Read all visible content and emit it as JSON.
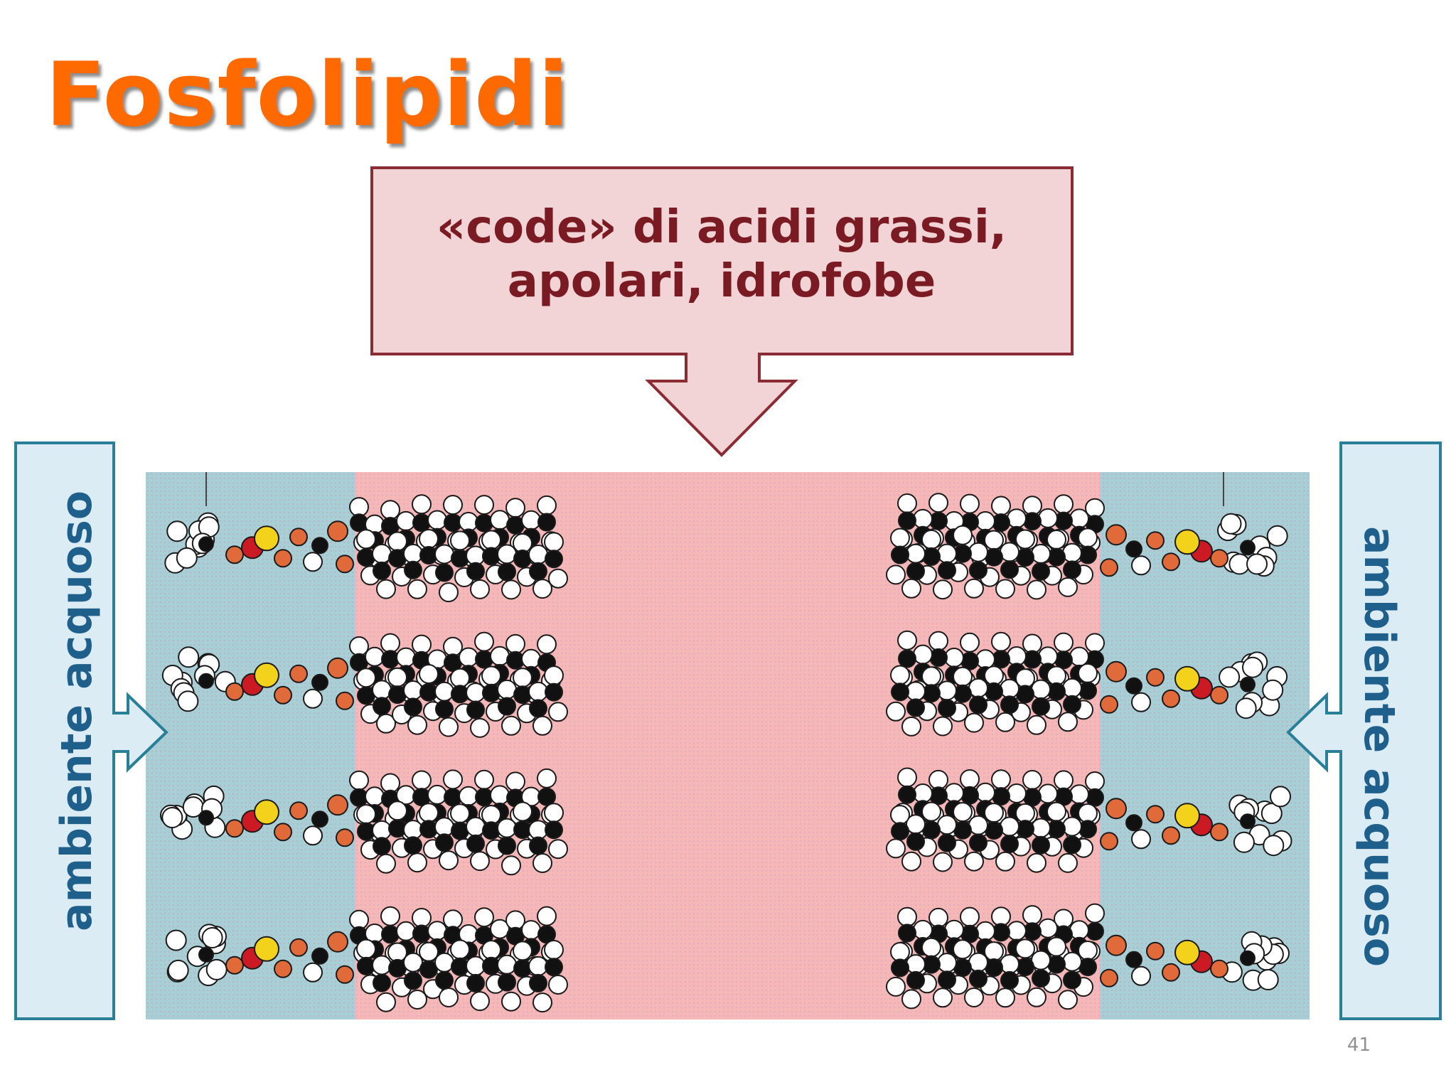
{
  "slide": {
    "title": "Fosfolipidi",
    "page_number": "41"
  },
  "top_callout": {
    "line1": "«code» di acidi grassi,",
    "line2": "apolari, idrofobe"
  },
  "left_callout": {
    "label": "ambiente acquoso"
  },
  "right_callout": {
    "label": "ambiente acquoso"
  },
  "colors": {
    "title": "#ff6a00",
    "callout_fill": "#f2d4d6",
    "callout_border": "#8b2b33",
    "callout_text": "#7a1a22",
    "side_fill": "#dcecf4",
    "side_border": "#2a7f98",
    "side_text": "#1f5f8b",
    "aqueous_region": "#a9cfd6",
    "hydrophobic_region": "#f6b8b6",
    "carbon": "#111111",
    "hydrogen": "#ffffff",
    "oxygen": "#e06a3a",
    "phosphorus": "#f2d21a",
    "oxygen_dark": "#cc1a25"
  },
  "diagram": {
    "rows": 4
  }
}
